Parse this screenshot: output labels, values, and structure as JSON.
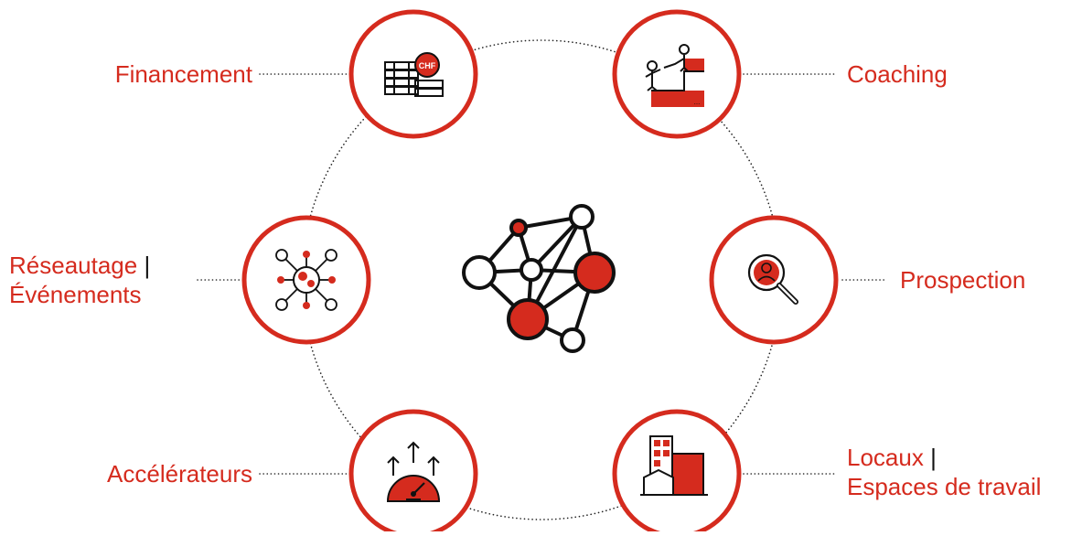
{
  "colors": {
    "accent": "#d52b1e",
    "ink": "#111111",
    "background": "#ffffff",
    "dots": "#222222"
  },
  "center": {
    "icon": "network-graph-icon"
  },
  "nodes": [
    {
      "id": "financement",
      "line1": "Financement",
      "separator": "",
      "line2": "",
      "icon": "chf-banknotes-icon"
    },
    {
      "id": "coaching",
      "line1": "Coaching",
      "separator": "",
      "line2": "",
      "icon": "coaching-step-help-icon"
    },
    {
      "id": "prospection",
      "line1": "Prospection",
      "separator": "",
      "line2": "",
      "icon": "magnifier-person-icon"
    },
    {
      "id": "locaux",
      "line1": "Locaux",
      "separator": "|",
      "line2": "Espaces de travail",
      "icon": "office-buildings-icon"
    },
    {
      "id": "accelerateurs",
      "line1": "Accélérateurs",
      "separator": "",
      "line2": "",
      "icon": "speedometer-arrows-icon"
    },
    {
      "id": "reseautage",
      "line1": "Réseautage",
      "separator": "|",
      "line2": "Événements",
      "icon": "people-network-globe-icon"
    }
  ]
}
